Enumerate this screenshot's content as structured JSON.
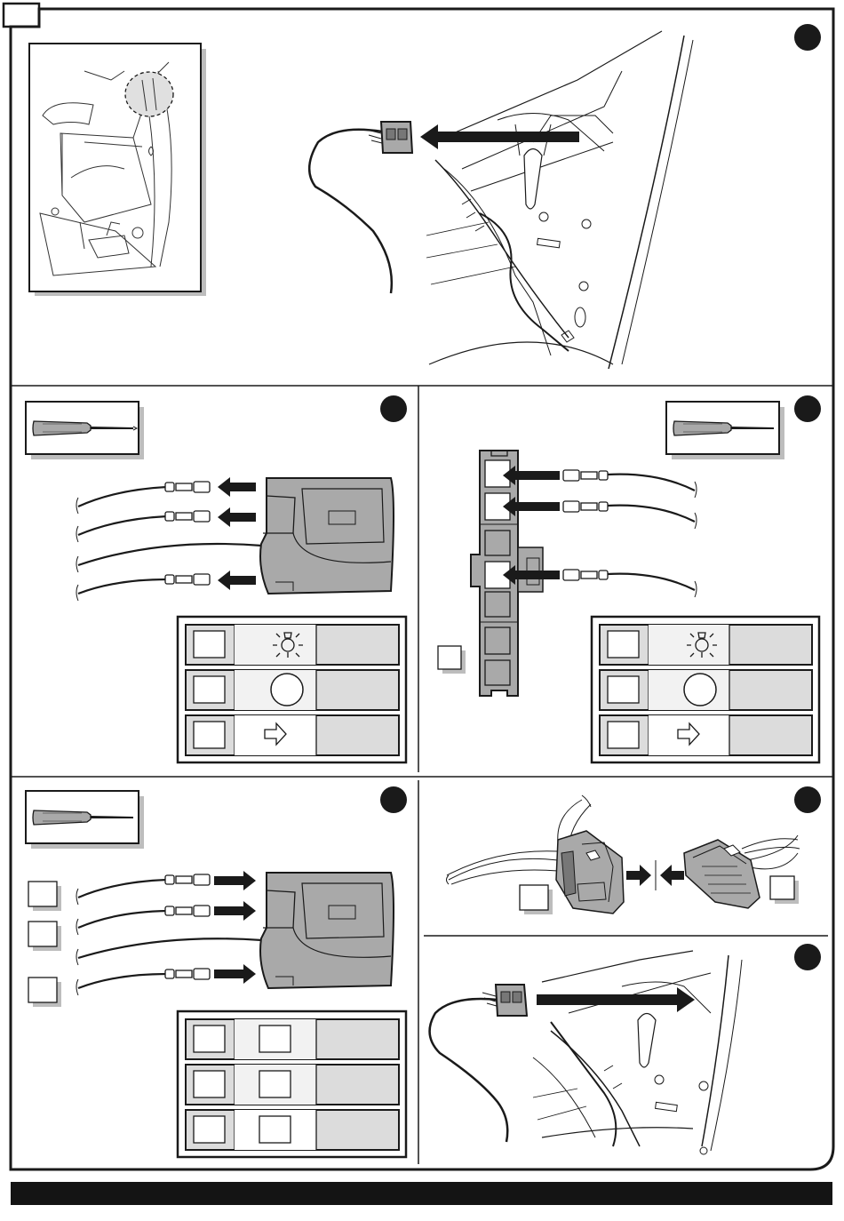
{
  "page": {
    "corner_tab": "",
    "footer_text": ""
  },
  "colors": {
    "ink": "#1a1a1a",
    "connector_fill": "#a9a9a9",
    "legend_fill": "#dcdcdc",
    "legend_alt": "#f2f2f2",
    "footer_bar": "#141414"
  },
  "steps": [
    {
      "id": "step-1",
      "badge": ""
    },
    {
      "id": "step-2",
      "badge": ""
    },
    {
      "id": "step-3",
      "badge": ""
    },
    {
      "id": "step-4",
      "badge": ""
    },
    {
      "id": "step-5",
      "badge": ""
    },
    {
      "id": "step-6",
      "badge": ""
    }
  ],
  "legends": {
    "lamp_legend": {
      "rows": [
        {
          "icon": "bulb-icon",
          "label": ""
        },
        {
          "icon": "circle-icon",
          "label": ""
        },
        {
          "icon": "arrow-right-icon",
          "label": ""
        }
      ]
    },
    "pin_legend": {
      "rows": [
        {
          "label": ""
        },
        {
          "label": ""
        },
        {
          "label": ""
        }
      ]
    }
  },
  "icons": {
    "tool": "screwdriver-icon",
    "pull": "arrow-left-icon",
    "push": "arrow-right-icon",
    "connect": "arrows-converge-icon"
  }
}
